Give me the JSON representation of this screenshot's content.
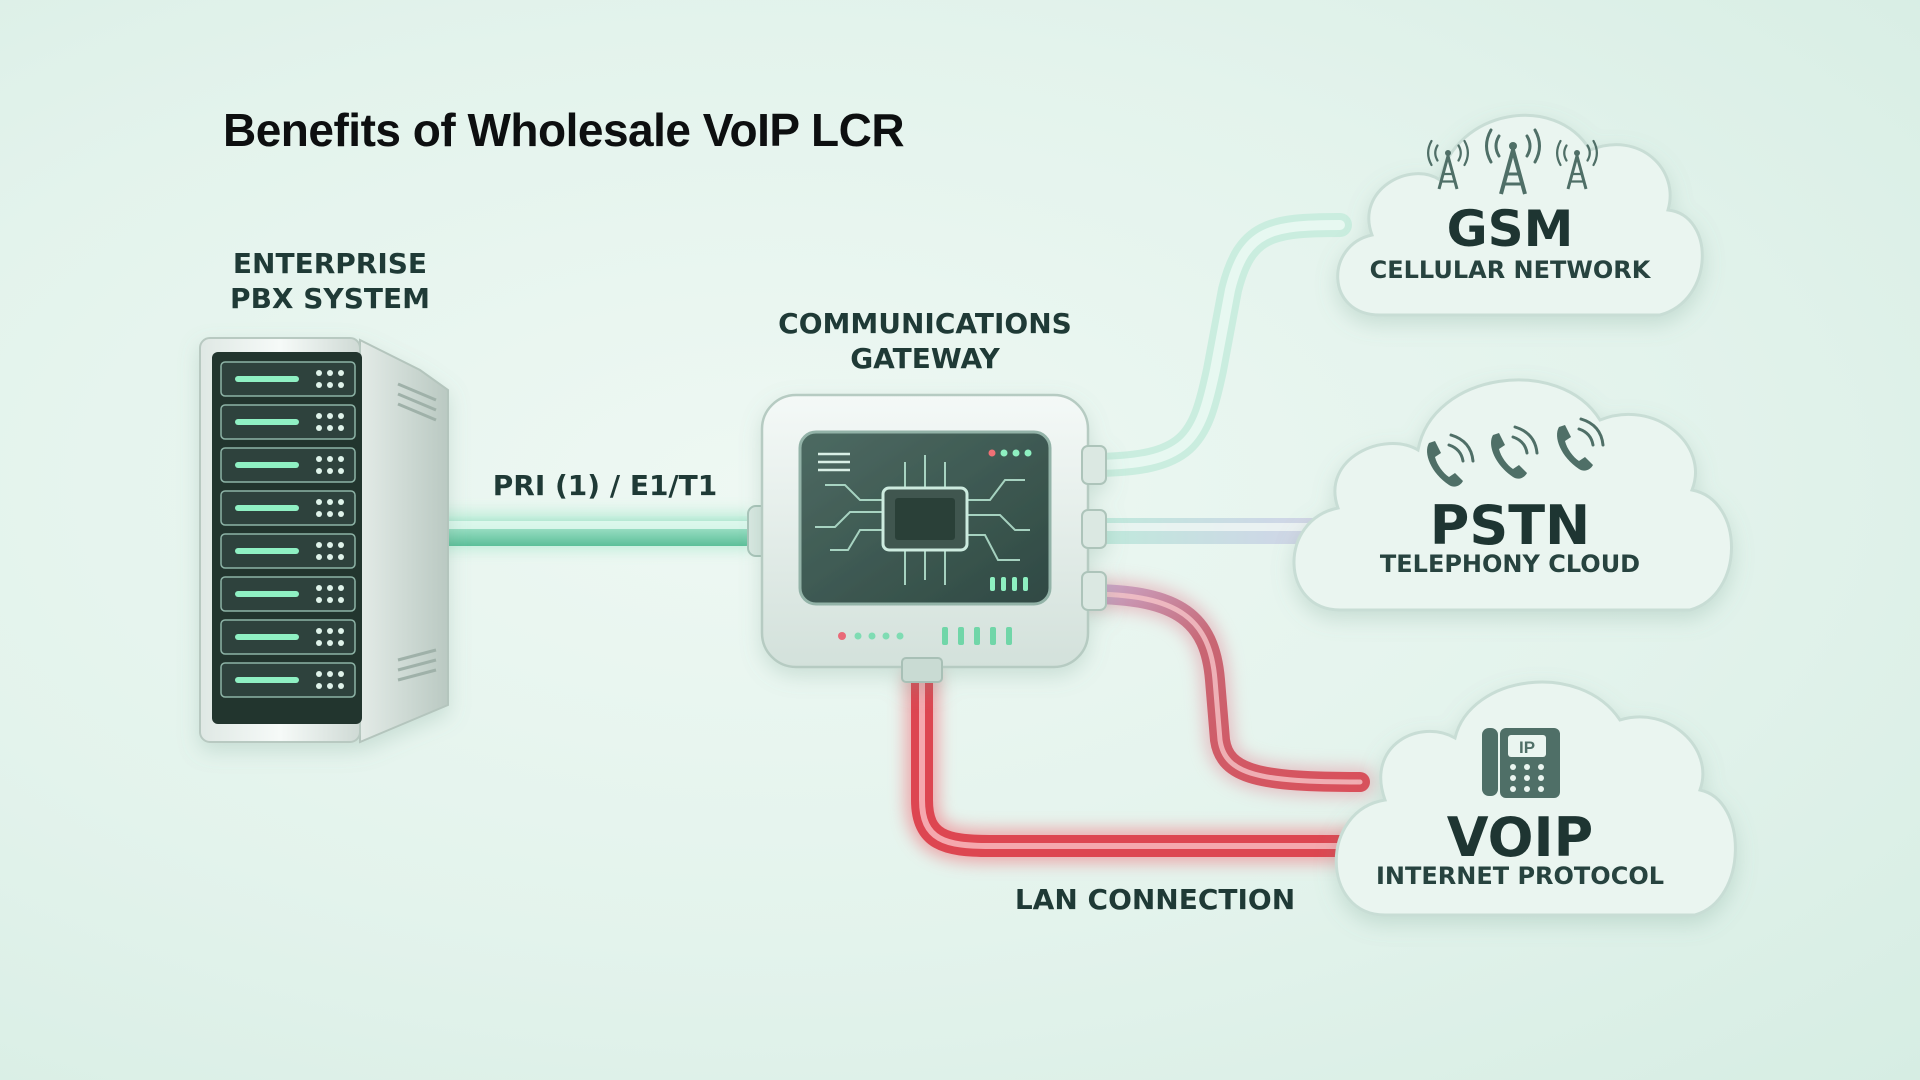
{
  "title": "Benefits of Wholesale VoIP LCR",
  "nodes": {
    "pbx": {
      "label_lines": [
        "ENTERPRISE",
        "PBX SYSTEM"
      ],
      "icon": "server-rack-icon"
    },
    "gateway": {
      "label_lines": [
        "COMMUNICATIONS",
        "GATEWAY"
      ],
      "icon": "circuit-chip-icon"
    },
    "gsm": {
      "title": "GSM",
      "subtitle": "CELLULAR NETWORK",
      "icon": "cell-tower-icon"
    },
    "pstn": {
      "title": "PSTN",
      "subtitle": "TELEPHONY CLOUD",
      "icon": "phone-handset-icon"
    },
    "voip": {
      "title": "VOIP",
      "subtitle": "INTERNET PROTOCOL",
      "icon": "ip-phone-icon",
      "icon_text": "IP"
    }
  },
  "links": {
    "pbx_gateway": "PRI (1) / E1/T1",
    "gateway_voip": "LAN CONNECTION"
  },
  "colors": {
    "green_cable": "#8fd9bc",
    "red_cable": "#e0505a",
    "text_dark": "#1f3a36",
    "cloud_fill": "#eaf5f0"
  }
}
